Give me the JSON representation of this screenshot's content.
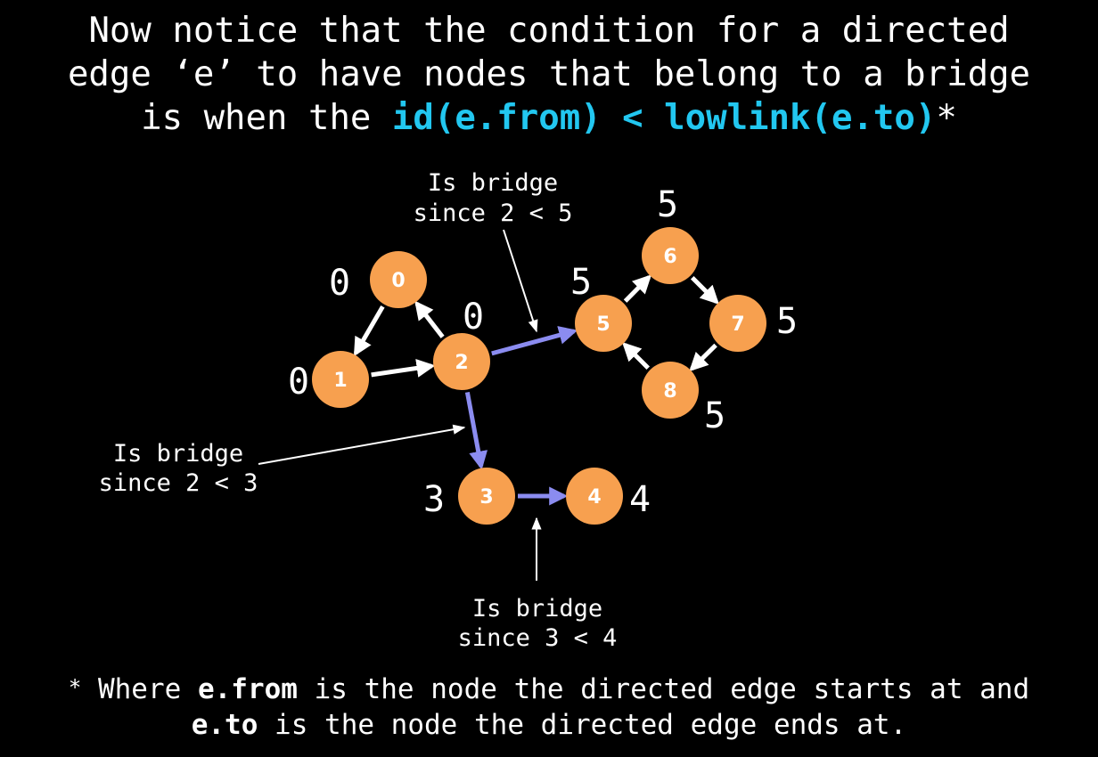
{
  "title": {
    "line1": "Now notice that the condition for a directed",
    "line2": "edge ‘e’ to have nodes that belong to a bridge",
    "line3_prefix": "is when the ",
    "line3_condition": "id(e.from) < lowlink(e.to)",
    "line3_suffix": "*"
  },
  "colors": {
    "node_fill": "#f7a04f",
    "edge": "#ffffff",
    "bridge_edge": "#8b8cf0",
    "highlight": "#22c7f0",
    "background": "#000000"
  },
  "nodes": [
    {
      "id": "0",
      "label": "0",
      "lowlink": "0"
    },
    {
      "id": "1",
      "label": "1",
      "lowlink": "0"
    },
    {
      "id": "2",
      "label": "2",
      "lowlink": "0"
    },
    {
      "id": "3",
      "label": "3",
      "lowlink": "3"
    },
    {
      "id": "4",
      "label": "4",
      "lowlink": "4"
    },
    {
      "id": "5",
      "label": "5",
      "lowlink": "5"
    },
    {
      "id": "6",
      "label": "6",
      "lowlink": "5"
    },
    {
      "id": "7",
      "label": "7",
      "lowlink": "5"
    },
    {
      "id": "8",
      "label": "8",
      "lowlink": "5"
    }
  ],
  "edges": [
    {
      "from": "0",
      "to": "1",
      "bridge": false
    },
    {
      "from": "1",
      "to": "2",
      "bridge": false
    },
    {
      "from": "2",
      "to": "0",
      "bridge": false
    },
    {
      "from": "2",
      "to": "5",
      "bridge": true
    },
    {
      "from": "2",
      "to": "3",
      "bridge": true
    },
    {
      "from": "3",
      "to": "4",
      "bridge": true
    },
    {
      "from": "5",
      "to": "6",
      "bridge": false
    },
    {
      "from": "6",
      "to": "7",
      "bridge": false
    },
    {
      "from": "7",
      "to": "8",
      "bridge": false
    },
    {
      "from": "8",
      "to": "5",
      "bridge": false
    }
  ],
  "annotations": [
    {
      "id": "bridge-2-5",
      "line1": "Is bridge",
      "line2": "since 2 < 5"
    },
    {
      "id": "bridge-2-3",
      "line1": "Is bridge",
      "line2": "since 2 < 3"
    },
    {
      "id": "bridge-3-4",
      "line1": "Is bridge",
      "line2": "since 3 < 4"
    }
  ],
  "footnote": {
    "star": "*",
    "p1": " Where ",
    "b1": "e.from",
    "p2": " is the node the directed edge starts at and",
    "b2": "e.to",
    "p3": " is the node the directed edge ends at."
  }
}
